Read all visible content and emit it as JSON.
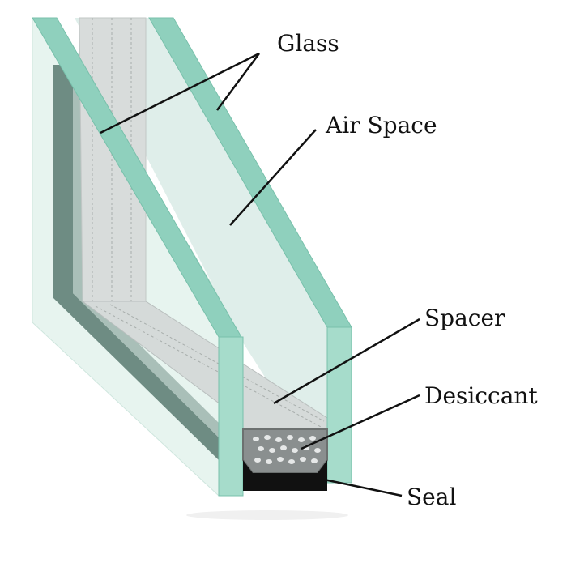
{
  "labels": {
    "glass": "Glass",
    "air_space": "Air Space",
    "spacer": "Spacer",
    "desiccant": "Desiccant",
    "seal": "Seal"
  },
  "colors": {
    "glass_edge": "#8fd0bd",
    "glass_face": "#e3f2ec",
    "frame_dark": "#5f7d74",
    "spacer": "#d9dedd",
    "desiccant": "#8a8f8f",
    "seal": "#111111",
    "leader_line": "#111111"
  }
}
